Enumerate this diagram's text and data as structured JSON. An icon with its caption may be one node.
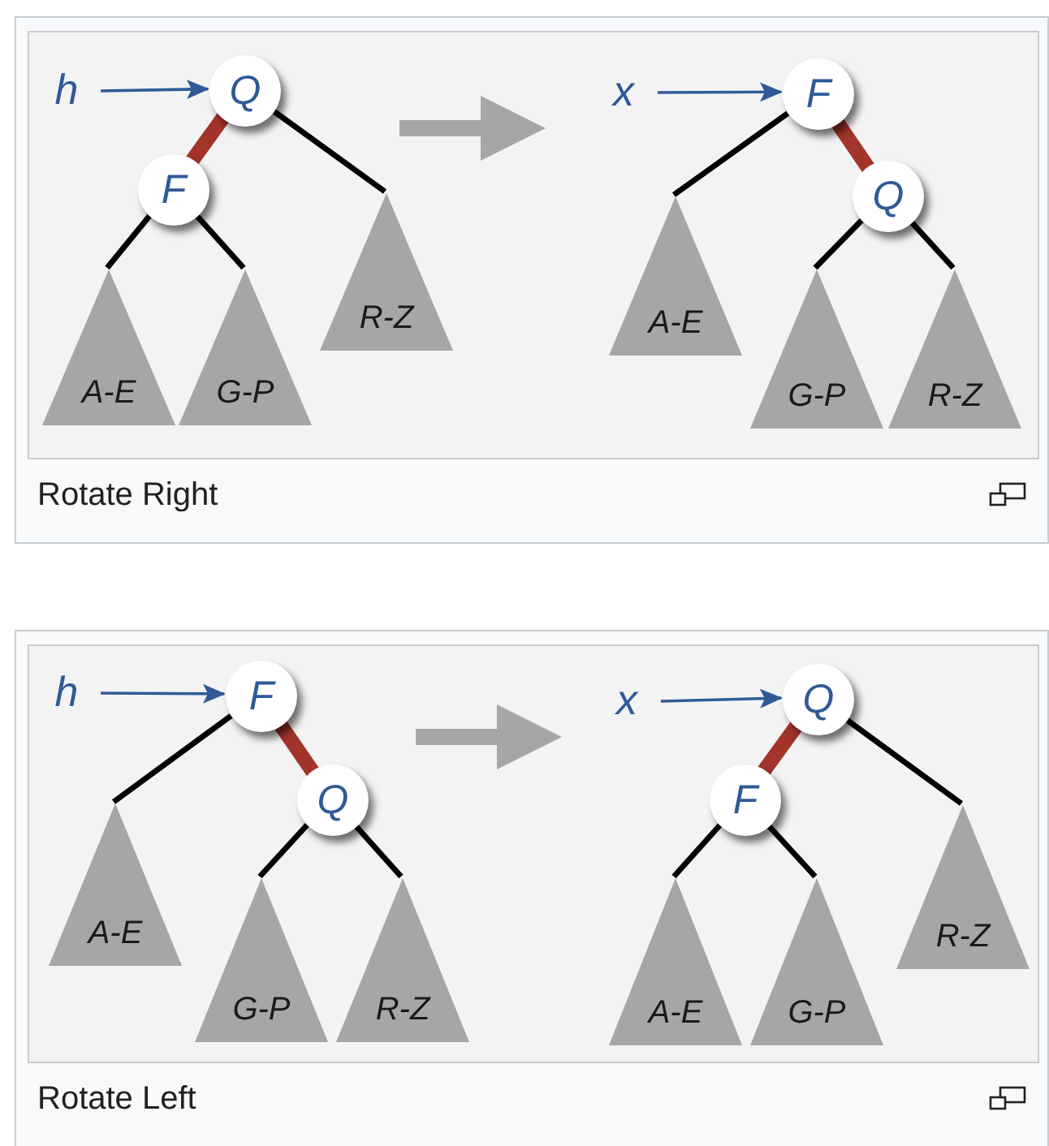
{
  "diagram": {
    "nodes": [
      {
        "text": [
          "Rotate Right"
        ]
      },
      {
        "text": [
          "h"
        ],
        "in": 0
      },
      {
        "text": [
          "Q"
        ],
        "in": 0
      },
      {
        "text": [
          "F"
        ],
        "in": 0
      },
      {
        "text": [
          "A-E"
        ],
        "in": 0
      },
      {
        "text": [
          "G-P"
        ],
        "in": 0
      },
      {
        "text": [
          "R-Z"
        ],
        "in": 0
      },
      {
        "text": [
          "x"
        ],
        "in": 0
      },
      {
        "text": [
          "F"
        ],
        "in": 0
      },
      {
        "text": [
          "Q"
        ],
        "in": 0
      },
      {
        "text": [
          "A-E"
        ],
        "in": 0
      },
      {
        "text": [
          "G-P"
        ],
        "in": 0
      },
      {
        "text": [
          "R-Z"
        ],
        "in": 0
      },
      {
        "text": [
          "Rotate Left"
        ]
      },
      {
        "text": [
          "h"
        ],
        "in": 13
      },
      {
        "text": [
          "F"
        ],
        "in": 13
      },
      {
        "text": [
          "Q"
        ],
        "in": 13
      },
      {
        "text": [
          "A-E"
        ],
        "in": 13
      },
      {
        "text": [
          "G-P"
        ],
        "in": 13
      },
      {
        "text": [
          "R-Z"
        ],
        "in": 13
      },
      {
        "text": [
          "x"
        ],
        "in": 13
      },
      {
        "text": [
          "Q"
        ],
        "in": 13
      },
      {
        "text": [
          "F"
        ],
        "in": 13
      },
      {
        "text": [
          "A-E"
        ],
        "in": 13
      },
      {
        "text": [
          "G-P"
        ],
        "in": 13
      },
      {
        "text": [
          "R-Z"
        ],
        "in": 13
      }
    ],
    "edges": [
      {
        "from": 1,
        "to": 2,
        "arrow": "to",
        "color": "#2f5a96"
      },
      {
        "from": 2,
        "to": 3,
        "arrow": "none",
        "style": "thick",
        "color": "#a2342a"
      },
      {
        "from": 2,
        "to": 6,
        "arrow": "none"
      },
      {
        "from": 3,
        "to": 4,
        "arrow": "none"
      },
      {
        "from": 3,
        "to": 5,
        "arrow": "none"
      },
      {
        "from": 7,
        "to": 8,
        "arrow": "to",
        "color": "#2f5a96"
      },
      {
        "from": 8,
        "to": 10,
        "arrow": "none"
      },
      {
        "from": 8,
        "to": 9,
        "arrow": "none",
        "style": "thick",
        "color": "#a2342a"
      },
      {
        "from": 9,
        "to": 11,
        "arrow": "none"
      },
      {
        "from": 9,
        "to": 12,
        "arrow": "none"
      },
      {
        "from": 14,
        "to": 15,
        "arrow": "to",
        "color": "#2f5a96"
      },
      {
        "from": 15,
        "to": 17,
        "arrow": "none"
      },
      {
        "from": 15,
        "to": 16,
        "arrow": "none",
        "style": "thick",
        "color": "#a2342a"
      },
      {
        "from": 16,
        "to": 18,
        "arrow": "none"
      },
      {
        "from": 16,
        "to": 19,
        "arrow": "none"
      },
      {
        "from": 20,
        "to": 21,
        "arrow": "to",
        "color": "#2f5a96"
      },
      {
        "from": 21,
        "to": 22,
        "arrow": "none",
        "style": "thick",
        "color": "#a2342a"
      },
      {
        "from": 21,
        "to": 25,
        "arrow": "none"
      },
      {
        "from": 22,
        "to": 23,
        "arrow": "none"
      },
      {
        "from": 22,
        "to": 24,
        "arrow": "none"
      }
    ]
  }
}
